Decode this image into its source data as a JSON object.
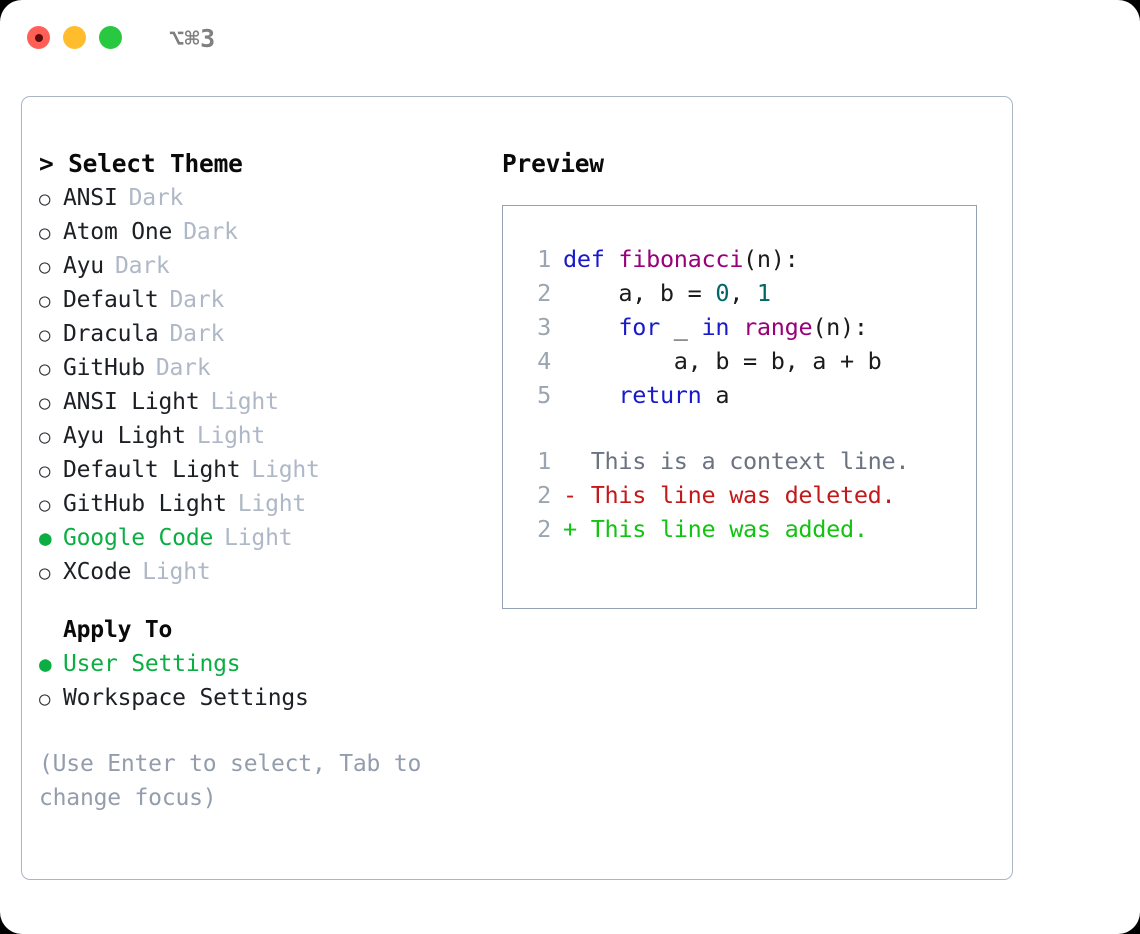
{
  "titlebar": {
    "lights": [
      {
        "name": "close",
        "color": "#ff5f57"
      },
      {
        "name": "minimize",
        "color": "#ffbd2e"
      },
      {
        "name": "maximize",
        "color": "#28c840"
      }
    ],
    "shortcut": "⌥⌘3"
  },
  "theme_picker": {
    "heading": "> Select Theme",
    "selected_theme": "Google Code",
    "bullet_selected": "●",
    "bullet_unselected": "○",
    "accent_color": "#0cae43",
    "options": [
      {
        "name": "ANSI",
        "tag": "Dark",
        "selected": false
      },
      {
        "name": "Atom One",
        "tag": "Dark",
        "selected": false
      },
      {
        "name": "Ayu",
        "tag": "Dark",
        "selected": false
      },
      {
        "name": "Default",
        "tag": "Dark",
        "selected": false
      },
      {
        "name": "Dracula",
        "tag": "Dark",
        "selected": false
      },
      {
        "name": "GitHub",
        "tag": "Dark",
        "selected": false
      },
      {
        "name": "ANSI Light",
        "tag": "Light",
        "selected": false
      },
      {
        "name": "Ayu Light",
        "tag": "Light",
        "selected": false
      },
      {
        "name": "Default Light",
        "tag": "Light",
        "selected": false
      },
      {
        "name": "GitHub Light",
        "tag": "Light",
        "selected": false
      },
      {
        "name": "Google Code",
        "tag": "Light",
        "selected": true
      },
      {
        "name": "XCode",
        "tag": "Light",
        "selected": false
      }
    ]
  },
  "apply_to": {
    "heading": "Apply To",
    "selected": "User Settings",
    "options": [
      {
        "name": "User Settings",
        "selected": true
      },
      {
        "name": "Workspace Settings",
        "selected": false
      }
    ]
  },
  "hint": "(Use Enter to select, Tab to change focus)",
  "preview": {
    "heading": "Preview",
    "code_lines": [
      {
        "lineno": "1",
        "tokens": [
          {
            "text": "def ",
            "type": "kw"
          },
          {
            "text": "fibonacci",
            "type": "fn"
          },
          {
            "text": "(n):",
            "type": "plain"
          }
        ]
      },
      {
        "lineno": "2",
        "tokens": [
          {
            "text": "    a, b = ",
            "type": "plain"
          },
          {
            "text": "0",
            "type": "num"
          },
          {
            "text": ", ",
            "type": "plain"
          },
          {
            "text": "1",
            "type": "num"
          }
        ]
      },
      {
        "lineno": "3",
        "tokens": [
          {
            "text": "    ",
            "type": "plain"
          },
          {
            "text": "for",
            "type": "kw"
          },
          {
            "text": " _ ",
            "type": "plain"
          },
          {
            "text": "in",
            "type": "kw"
          },
          {
            "text": " ",
            "type": "plain"
          },
          {
            "text": "range",
            "type": "fn"
          },
          {
            "text": "(n):",
            "type": "plain"
          }
        ]
      },
      {
        "lineno": "4",
        "tokens": [
          {
            "text": "        a, b = b, a + b",
            "type": "plain"
          }
        ]
      },
      {
        "lineno": "5",
        "tokens": [
          {
            "text": "    ",
            "type": "plain"
          },
          {
            "text": "return",
            "type": "kw"
          },
          {
            "text": " a",
            "type": "plain"
          }
        ]
      }
    ],
    "diff_lines": [
      {
        "lineno": "1",
        "marker": " ",
        "text": " This is a context line.",
        "kind": "ctx"
      },
      {
        "lineno": "2",
        "marker": "-",
        "text": " This line was deleted.",
        "kind": "del"
      },
      {
        "lineno": "2",
        "marker": "+",
        "text": " This line was added.",
        "kind": "add"
      }
    ]
  }
}
